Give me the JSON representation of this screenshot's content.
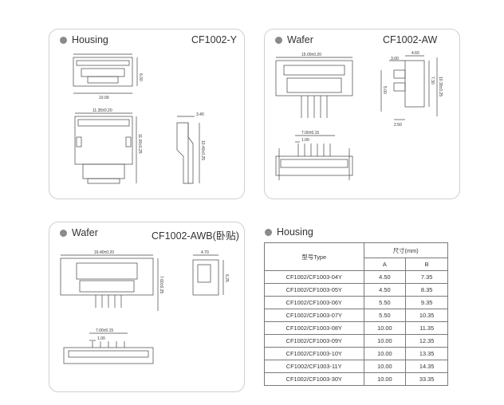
{
  "panels": [
    {
      "title": "Housing",
      "code": "CF1002-Y"
    },
    {
      "title": "Wafer",
      "code": "CF1002-AW"
    },
    {
      "title": "Wafer",
      "code": "CF1002-AWB(卧贴)"
    }
  ],
  "dims": {
    "housing": {
      "top_width": "10.00",
      "top_height": "6.00",
      "front_width": "11.35±0.20",
      "front_height": "11.00±0.25",
      "side_width": "3.40",
      "side_height": "10.40±0.25"
    },
    "wafer_aw": {
      "top_width": "15.00±0.20",
      "side_width": "4.60",
      "side_a": "3.00",
      "side_b": "5.00",
      "side_c": "7.30",
      "side_d": "10.30±0.25",
      "side_e": "2.50",
      "pitch": "7.00±0.15",
      "pin": "1.00"
    },
    "wafer_awb": {
      "top_width": "16.40±0.20",
      "top_height": "7.60±0.25",
      "side_width": "4.70",
      "side_height": "6.25",
      "pitch": "7.00±0.15",
      "pin": "1.00"
    }
  },
  "table": {
    "title": "Housing",
    "col_type": "型号Type",
    "col_size": "尺寸(mm)",
    "col_a": "A",
    "col_b": "B",
    "rows": [
      {
        "type": "CF1002/CF1003-04Y",
        "a": "4.50",
        "b": "7.35"
      },
      {
        "type": "CF1002/CF1003-05Y",
        "a": "4.50",
        "b": "8.35"
      },
      {
        "type": "CF1002/CF1003-06Y",
        "a": "5.50",
        "b": "9.35"
      },
      {
        "type": "CF1002/CF1003-07Y",
        "a": "5.50",
        "b": "10.35"
      },
      {
        "type": "CF1002/CF1003-08Y",
        "a": "10.00",
        "b": "11.35"
      },
      {
        "type": "CF1002/CF1003-09Y",
        "a": "10.00",
        "b": "12.35"
      },
      {
        "type": "CF1002/CF1003-10Y",
        "a": "10.00",
        "b": "13.35"
      },
      {
        "type": "CF1002/CF1003-11Y",
        "a": "10.00",
        "b": "14.35"
      },
      {
        "type": "CF1002/CF1003-30Y",
        "a": "10.00",
        "b": "33.35"
      }
    ]
  }
}
